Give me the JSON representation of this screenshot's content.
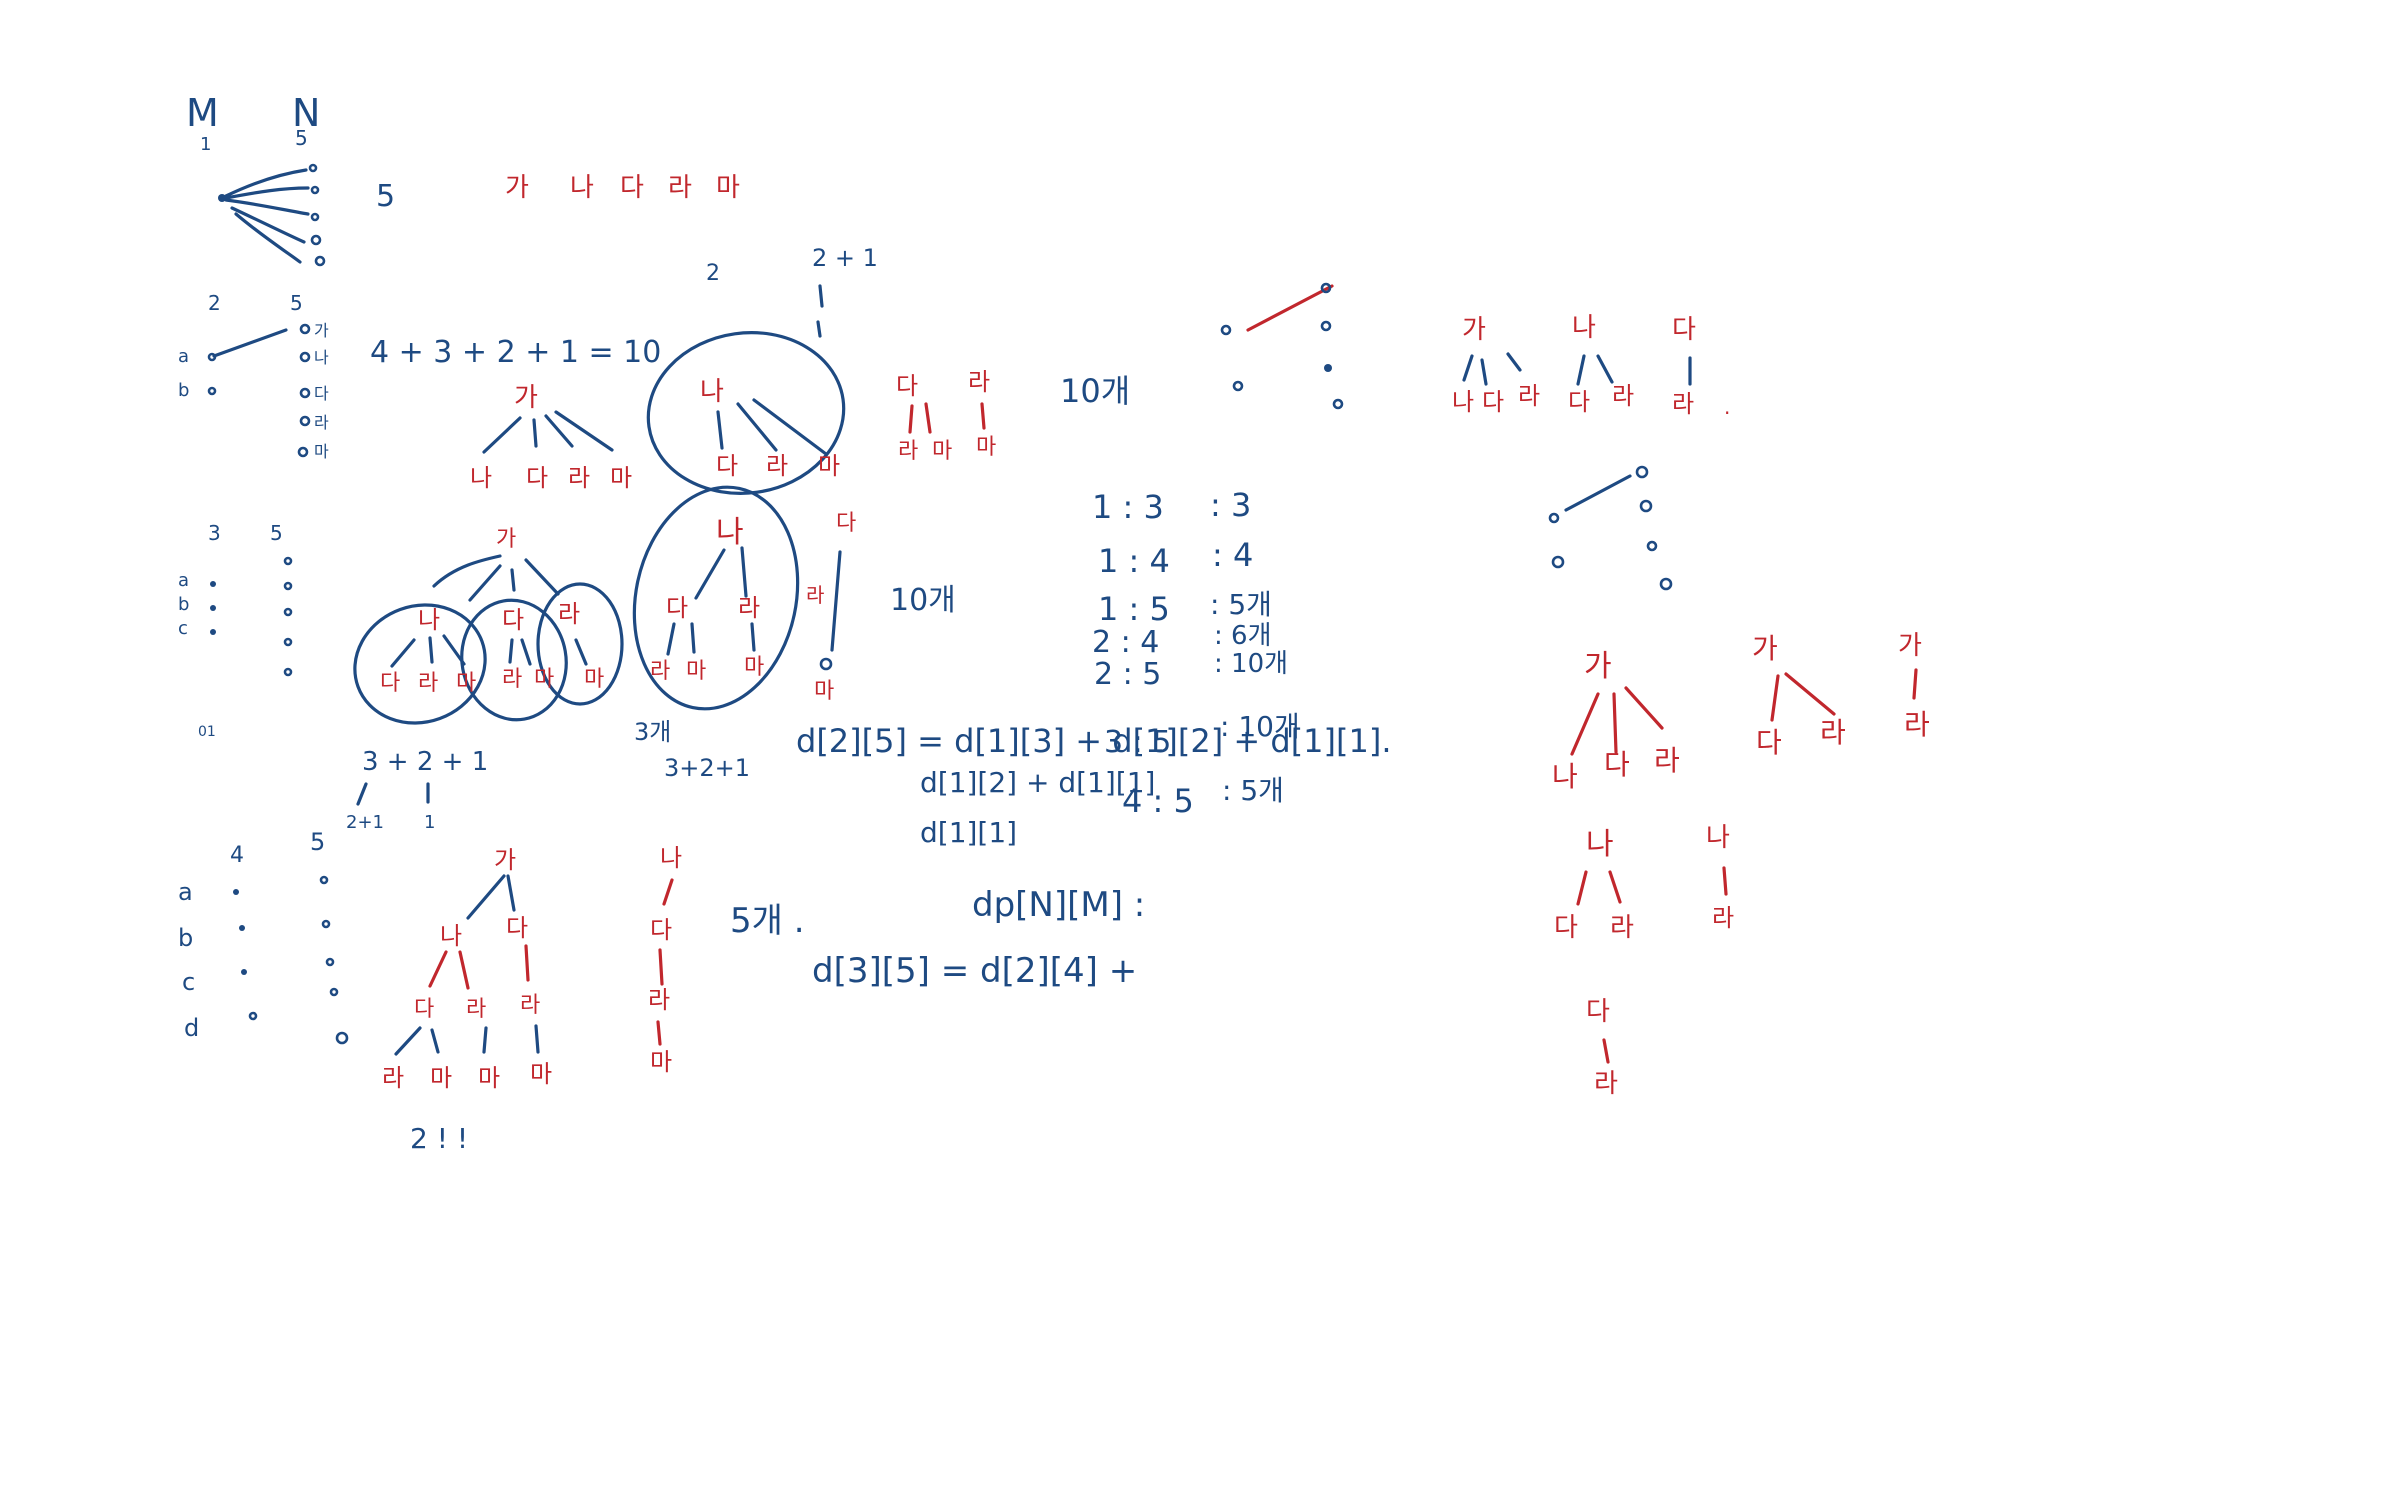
{
  "colors": {
    "ink_blue": "#1e4a82",
    "ink_red": "#c1272d",
    "background": "#ffffff"
  },
  "section1": {
    "label_m": "M",
    "label_n": "N",
    "m_val": "1",
    "n_val": "5",
    "count": "5",
    "letters": [
      "가",
      "나",
      "다",
      "라",
      "마"
    ]
  },
  "section2": {
    "m_val": "2",
    "n_val": "5",
    "rows": [
      "a",
      "b"
    ],
    "col_labels": [
      "가",
      "나",
      "다",
      "라",
      "마"
    ],
    "sum": "4 + 3 + 2 + 1  = 10",
    "tree_root": "가",
    "tree_children": [
      "나",
      "다",
      "라",
      "마"
    ],
    "left_note": "2",
    "right_note": "2 + 1",
    "circled_root": "나",
    "circled_children": [
      "다",
      "라",
      "마"
    ],
    "small_roots": [
      "다",
      "라"
    ],
    "small_children": [
      "라",
      "마",
      "마"
    ],
    "count": "10개"
  },
  "section3": {
    "m_val": "3",
    "n_val": "5",
    "rows": [
      "a",
      "b",
      "c"
    ],
    "tree_root": "가",
    "mid": [
      "나",
      "다",
      "라"
    ],
    "leaves": [
      "다",
      "라",
      "마",
      "라",
      "마",
      "마"
    ],
    "sum": "3 + 2 + 1",
    "sub_a": "2+1",
    "sub_b": "1",
    "margin_note": "01",
    "right_root": "나",
    "right_mid": [
      "다",
      "라"
    ],
    "right_leaves": [
      "라",
      "마",
      "마"
    ],
    "right_sum": "3+2+1",
    "crossed": "3개",
    "chain": [
      "다",
      "라",
      "마"
    ],
    "count": "10개"
  },
  "section4": {
    "m_val": "4",
    "n_val": "5",
    "rows": [
      "a",
      "b",
      "c",
      "d"
    ],
    "tree_root": "가",
    "mid": [
      "나",
      "다"
    ],
    "level3": [
      "다",
      "라",
      "라"
    ],
    "leaves": [
      "라",
      "마",
      "마",
      "마"
    ],
    "factorial": "2 !  !",
    "chain": [
      "나",
      "다",
      "라",
      "마"
    ],
    "count": "5개 ."
  },
  "table": {
    "rows": [
      {
        "pair": "1 : 3",
        "value": ": 3"
      },
      {
        "pair": "1 : 4",
        "value": ": 4"
      },
      {
        "pair": "1 : 5",
        "value": ": 5개"
      },
      {
        "pair": "2 : 4",
        "value": ": 6개"
      },
      {
        "pair": "2 : 5",
        "value": ": 10개"
      },
      {
        "pair": "3 : 5",
        "value": ": 10개"
      },
      {
        "pair": "4 : 5",
        "value": ": 5개"
      }
    ]
  },
  "formulas": {
    "line1": "d[2][5] = d[1][3] + d[1][2] + d[1][1].",
    "line2": "d[1][2] + d[1][1]",
    "line3": "d[1][1]",
    "dp": "dp[N][M] :",
    "line4": "d[3][5] = d[2][4] +"
  },
  "right_trees": {
    "top": {
      "roots": [
        "가",
        "나",
        "다"
      ],
      "children": [
        "나",
        "다",
        "라",
        "다",
        "라",
        "라"
      ],
      "trailing": "."
    },
    "bottom": {
      "roots": [
        "가",
        "가",
        "가"
      ],
      "children": [
        "나",
        "다",
        "라",
        "다",
        "라",
        "라"
      ],
      "nested": [
        {
          "root": "나",
          "children": [
            "다",
            "라"
          ]
        },
        {
          "root": "나",
          "children": [
            "라"
          ]
        },
        {
          "root": "다",
          "children": [
            "라"
          ]
        }
      ]
    }
  }
}
